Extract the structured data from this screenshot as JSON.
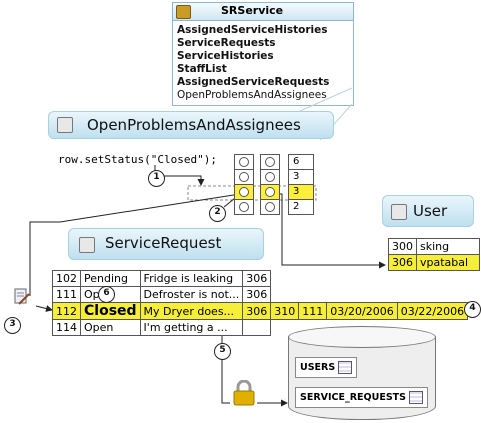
{
  "srservice": {
    "title": "SRService",
    "items": [
      "AssignedServiceHistories",
      "ServiceRequests",
      "ServiceHistories",
      "StaffList",
      "AssignedServiceRequests",
      "OpenProblemsAndAssignees"
    ]
  },
  "view_objects": {
    "open_problems": "OpenProblemsAndAssignees",
    "service_request": "ServiceRequest",
    "user": "User"
  },
  "code_line": "row.setStatus(\"Closed\");",
  "callouts": [
    "1",
    "2",
    "3",
    "4",
    "5",
    "6"
  ],
  "rowset": {
    "keys": [
      "6",
      "3",
      "3",
      "2"
    ]
  },
  "user_rows": [
    [
      "300",
      "sking"
    ],
    [
      "306",
      "vpatabal"
    ]
  ],
  "service_rows": [
    [
      "102",
      "Pending",
      "Fridge is leaking",
      "306",
      "",
      "",
      "",
      ""
    ],
    [
      "111",
      "Open",
      "Defroster is not...",
      "306",
      "",
      "",
      "",
      ""
    ],
    [
      "112",
      "Closed",
      "My Dryer does...",
      "306",
      "310",
      "111",
      "03/20/2006",
      "03/22/2006"
    ],
    [
      "114",
      "Open",
      "I'm getting a ...",
      "",
      "",
      "",
      "",
      ""
    ]
  ],
  "database": {
    "tables": [
      "USERS",
      "SERVICE_REQUESTS"
    ]
  },
  "colors": {
    "highlight": "#f6ee38",
    "header_blue": "#bfe0ef",
    "lock": "#e0b000"
  }
}
